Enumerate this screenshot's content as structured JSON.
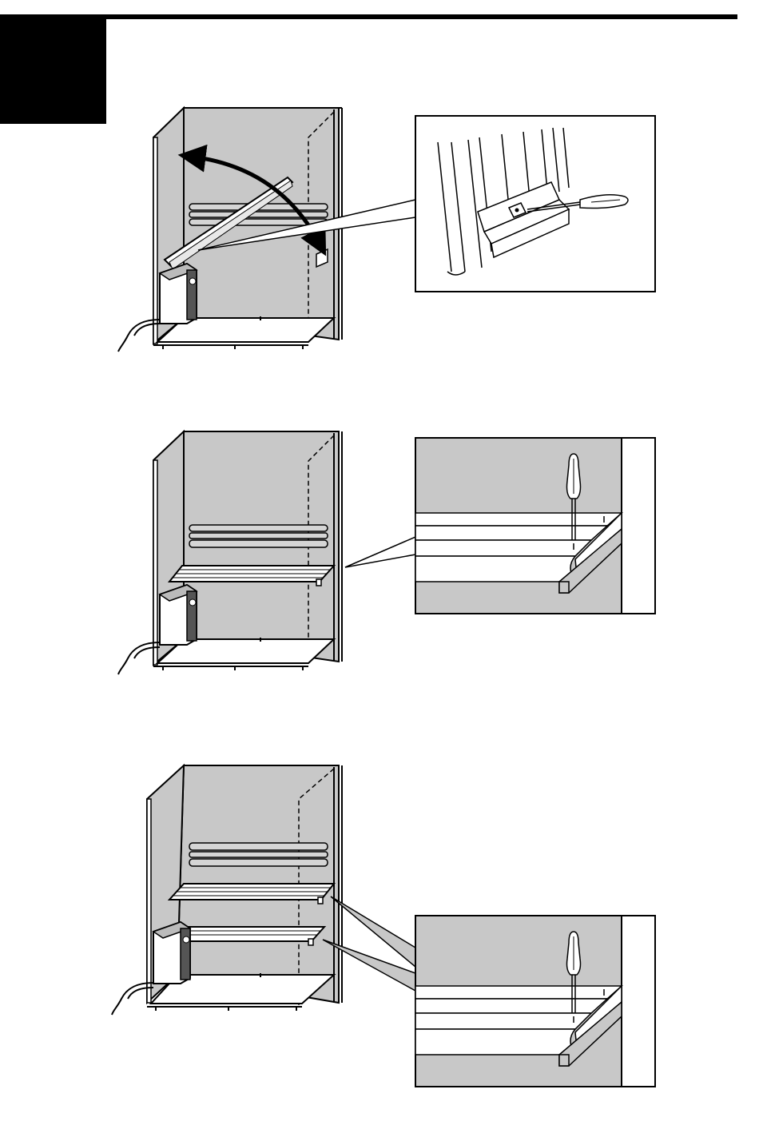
{
  "document": {
    "type": "sauna-bench-installation-diagram",
    "steps": [
      {
        "id": "step-1",
        "description_visible": false
      },
      {
        "id": "step-2",
        "description_visible": false
      },
      {
        "id": "step-3",
        "description_visible": false
      }
    ]
  },
  "colors": {
    "ink": "#000000",
    "wall_gray": "#c8c8c8",
    "paper": "#ffffff"
  }
}
